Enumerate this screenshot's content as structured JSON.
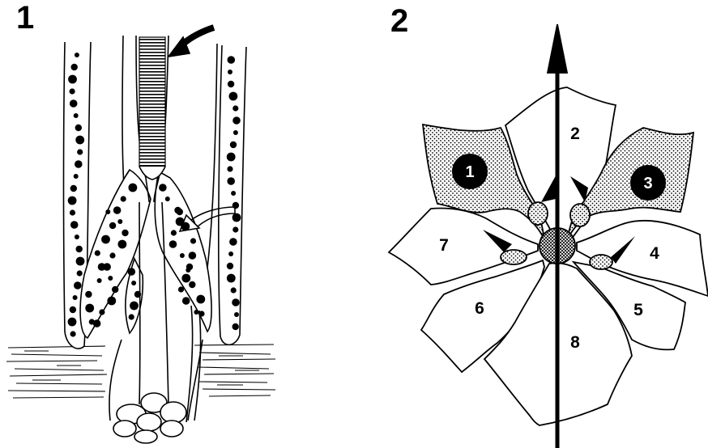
{
  "figure1": {
    "label": "1"
  },
  "figure2": {
    "label": "2",
    "segments": [
      {
        "id": "1",
        "label": "1",
        "shaded": true
      },
      {
        "id": "2",
        "label": "2",
        "shaded": false
      },
      {
        "id": "3",
        "label": "3",
        "shaded": true
      },
      {
        "id": "4",
        "label": "4",
        "shaded": false
      },
      {
        "id": "5",
        "label": "5",
        "shaded": false
      },
      {
        "id": "6",
        "label": "6",
        "shaded": false
      },
      {
        "id": "7",
        "label": "7",
        "shaded": false
      },
      {
        "id": "8",
        "label": "8",
        "shaded": false
      }
    ]
  },
  "colors": {
    "ink": "#000000",
    "paper": "#ffffff"
  }
}
